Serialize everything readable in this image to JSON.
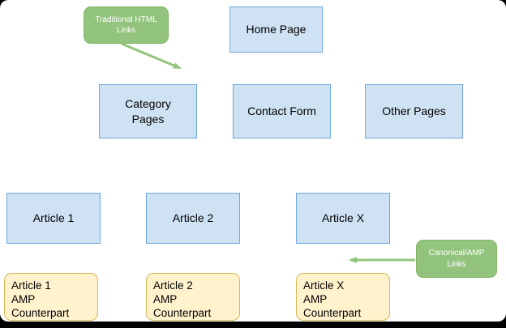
{
  "diagram": {
    "nodes": {
      "home": {
        "label": "Home Page"
      },
      "category": {
        "label": "Category\nPages"
      },
      "contact": {
        "label": "Contact Form"
      },
      "other": {
        "label": "Other Pages"
      },
      "article1": {
        "label": "Article 1"
      },
      "article2": {
        "label": "Article 2"
      },
      "articlex": {
        "label": "Article X"
      },
      "amp1": {
        "label": "Article 1\nAMP\nCounterpart"
      },
      "amp2": {
        "label": "Article 2\nAMP\nCounterpart"
      },
      "ampx": {
        "label": "Article X\nAMP\nCounterpart"
      }
    },
    "callouts": {
      "traditional": {
        "label": "Traditional HTML\nLinks"
      },
      "canonical": {
        "label": "Canonical/AMP\nLinks"
      }
    },
    "colors": {
      "page_fill": "#cfe2f3",
      "page_border": "#6fa8dc",
      "amp_fill": "#fff2cc",
      "amp_border": "#d6b656",
      "callout_fill": "#93c47d",
      "callout_border": "#82b366",
      "arrow": "#93c47d",
      "node_text": "#000000",
      "callout_text": "#ffffff",
      "canvas_background": "#ffffff",
      "frame": "#000000"
    }
  }
}
